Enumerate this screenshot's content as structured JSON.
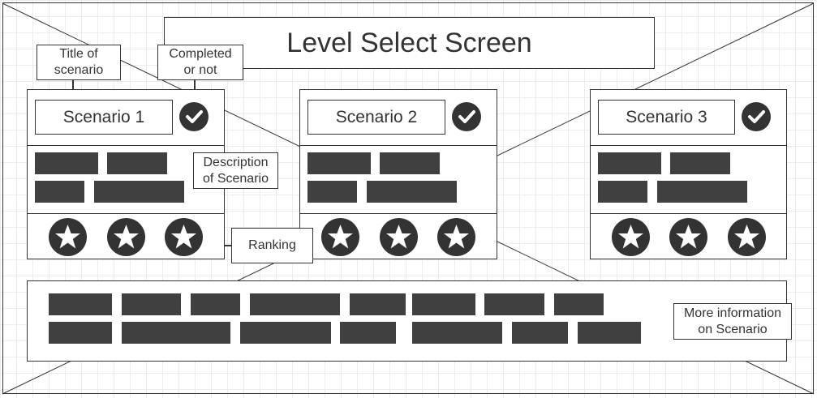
{
  "title": "Level Select Screen",
  "annotations": {
    "title_of_scenario": [
      "Title of",
      "scenario"
    ],
    "completed_or_not": [
      "Completed",
      "or not"
    ],
    "description_of_scenario": [
      "Description",
      "of Scenario"
    ],
    "ranking": "Ranking",
    "more_information": [
      "More information",
      "on Scenario"
    ]
  },
  "scenarios": [
    {
      "name": "Scenario 1",
      "completed": true,
      "stars": 3
    },
    {
      "name": "Scenario 2",
      "completed": true,
      "stars": 3
    },
    {
      "name": "Scenario 3",
      "completed": true,
      "stars": 3
    }
  ],
  "colors": {
    "stroke": "#333333",
    "placeholder": "#404040",
    "grid": "#ececec"
  }
}
